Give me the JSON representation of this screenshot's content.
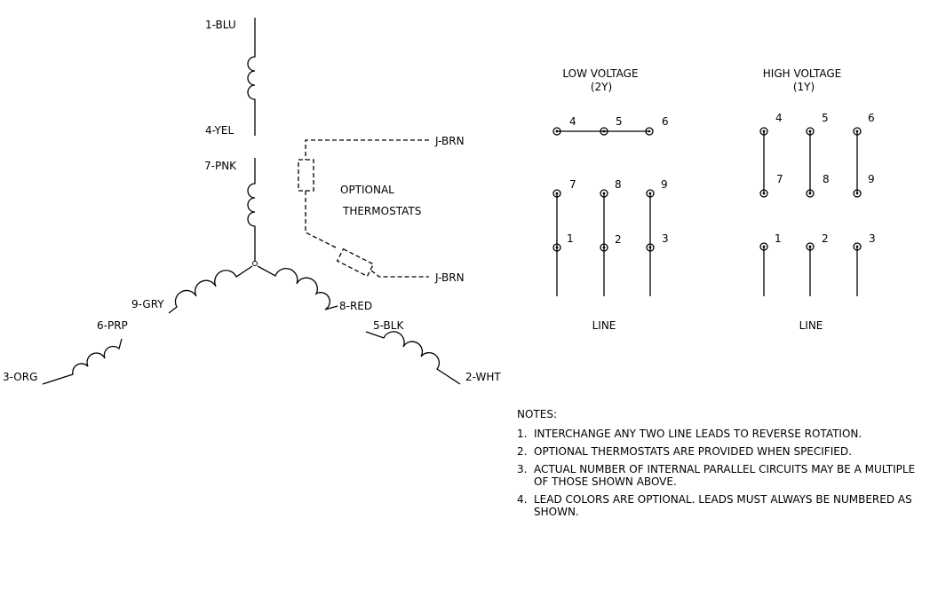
{
  "leads": {
    "l1": "1-BLU",
    "l4": "4-YEL",
    "l7": "7-PNK",
    "l9": "9-GRY",
    "l6": "6-PRP",
    "l3": "3-ORG",
    "l8": "8-RED",
    "l5": "5-BLK",
    "l2": "2-WHT"
  },
  "thermostat": {
    "label_line1": "OPTIONAL",
    "label_line2": "THERMOSTATS",
    "lead_top": "J-BRN",
    "lead_bottom": "J-BRN"
  },
  "low_voltage": {
    "title": "LOW VOLTAGE",
    "subtitle": "(2Y)",
    "terminals": [
      "4",
      "5",
      "6",
      "7",
      "8",
      "9",
      "1",
      "2",
      "3"
    ],
    "line_label": "LINE"
  },
  "high_voltage": {
    "title": "HIGH VOLTAGE",
    "subtitle": "(1Y)",
    "terminals": [
      "4",
      "5",
      "6",
      "7",
      "8",
      "9",
      "1",
      "2",
      "3"
    ],
    "line_label": "LINE"
  },
  "notes": {
    "title": "NOTES:",
    "items": [
      {
        "num": "1.",
        "text": "INTERCHANGE ANY TWO LINE LEADS TO REVERSE ROTATION."
      },
      {
        "num": "2.",
        "text": "OPTIONAL THERMOSTATS ARE PROVIDED WHEN SPECIFIED."
      },
      {
        "num": "3.",
        "text": "ACTUAL NUMBER OF INTERNAL PARALLEL CIRCUITS MAY BE A MULTIPLE OF THOSE SHOWN ABOVE."
      },
      {
        "num": "4.",
        "text": "LEAD COLORS ARE OPTIONAL.  LEADS MUST ALWAYS BE NUMBERED AS SHOWN."
      }
    ]
  }
}
